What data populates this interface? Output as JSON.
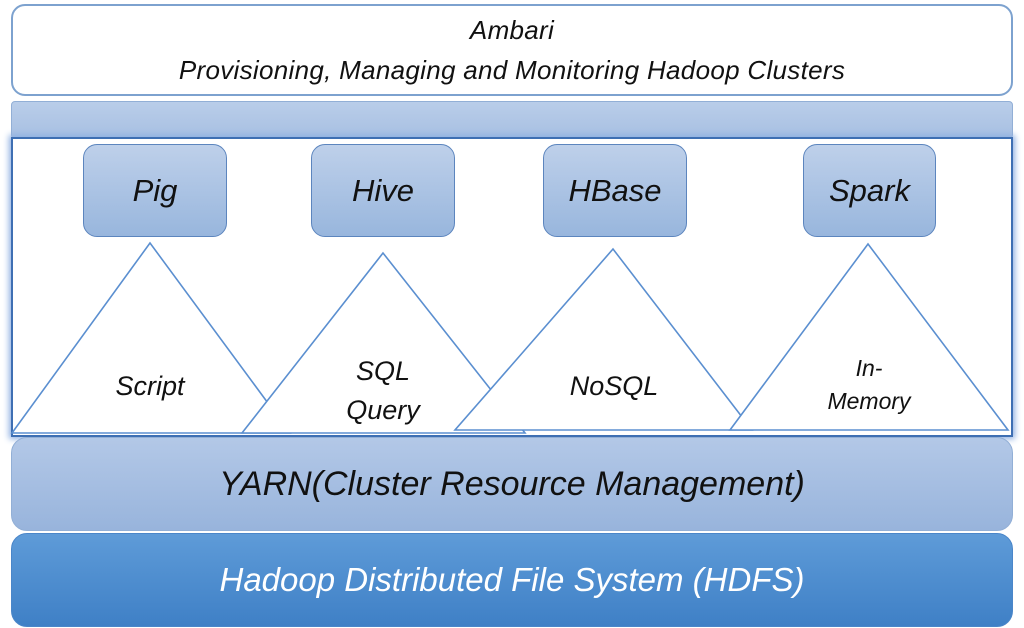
{
  "ambari": {
    "title": "Ambari",
    "subtitle": "Provisioning, Managing and Monitoring Hadoop Clusters"
  },
  "tools": [
    {
      "name": "Pig",
      "label_lines": [
        "Script"
      ]
    },
    {
      "name": "Hive",
      "label_lines": [
        "SQL",
        "Query"
      ]
    },
    {
      "name": "HBase",
      "label_lines": [
        "NoSQL"
      ]
    },
    {
      "name": "Spark",
      "label_lines": [
        "In-",
        "Memory"
      ]
    }
  ],
  "yarn": {
    "label": "YARN(Cluster Resource Management)"
  },
  "hdfs": {
    "label": "Hadoop Distributed File System (HDFS)"
  },
  "colors": {
    "outline": "#5b8fd0",
    "tool_fill_top": "#bed0ea",
    "tool_fill_bottom": "#98b6dd",
    "hdfs_fill": "#4a8bcf",
    "hdfs_text": "#ffffff"
  }
}
